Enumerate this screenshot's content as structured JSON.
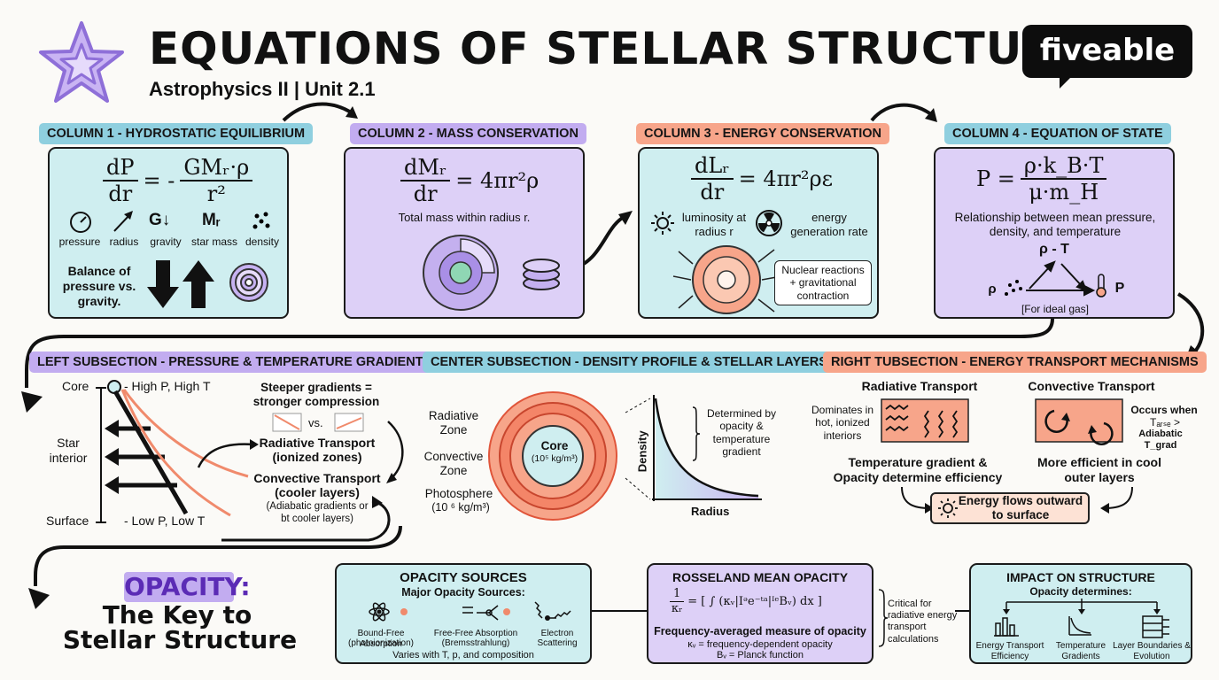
{
  "header": {
    "title": "EQUATIONS OF STELLAR STRUCTURE",
    "subtitle": "Astrophysics II | Unit 2.1",
    "logo": "fiveable"
  },
  "colors": {
    "blue": "#8fcfdf",
    "purple": "#c2acf0",
    "orange": "#f7a58a",
    "panel_blue": "#cfeef0",
    "panel_purple": "#ddd0f7",
    "panel_orange": "#fde2d5"
  },
  "col1": {
    "tag": "COLUMN 1 - HYDROSTATIC EQUILIBRIUM",
    "eq_num": "dP",
    "eq_den": "dr",
    "eq_mid": "= -",
    "eq_rnum": "GMᵣ·ρ",
    "eq_rden": "r²",
    "icons": [
      {
        "glyph": "",
        "label": "pressure"
      },
      {
        "glyph": "",
        "label": "radius"
      },
      {
        "glyph": "G↓",
        "label": "gravity"
      },
      {
        "glyph": "Mᵣ",
        "label": "star mass"
      },
      {
        "glyph": "",
        "label": "density"
      }
    ],
    "balance": "Balance of pressure vs. gravity."
  },
  "col2": {
    "tag": "COLUMN 2 - MASS CONSERVATION",
    "eq_num": "dMᵣ",
    "eq_den": "dr",
    "eq_rhs": "= 4πr²ρ",
    "caption": "Total mass within radius r."
  },
  "col3": {
    "tag": "COLUMN 3 - ENERGY CONSERVATION",
    "eq_num": "dLᵣ",
    "eq_den": "dr",
    "eq_rhs": "= 4πr²ρε",
    "lum": "luminosity at radius r",
    "gen": "energy generation rate",
    "nuclear": "Nuclear reactions + gravitational contraction"
  },
  "col4": {
    "tag": "COLUMN 4 - EQUATION OF STATE",
    "eq_lhs": "P =",
    "eq_num": "ρ·k_B·T",
    "eq_den": "μ·m_H",
    "caption": "Relationship between mean pressure, density, and temperature",
    "top": "ρ - T",
    "left": "ρ",
    "right": "P",
    "ideal": "[For ideal gas]"
  },
  "left": {
    "tag": "LEFT SUBSECTION - PRESSURE & TEMPERATURE GRADIENTS",
    "core": "Core",
    "high": "- High P, High T",
    "star": "Star interior",
    "surface": "Surface",
    "low": "- Low P, Low T",
    "steeper": "Steeper gradients = stronger compression",
    "vs": "vs.",
    "radiative": "Radiative Transport",
    "ionized": "(ionized zones)",
    "convective": "Convective Transport",
    "cooler": "(cooler layers)",
    "adiabatic": "(Adiabatic gradients or bt cooler layers)"
  },
  "center": {
    "tag": "CENTER SUBSECTION - DENSITY PROFILE & STELLAR LAYERS",
    "radiative_zone": "Radiative Zone",
    "convective_zone": "Convective Zone",
    "photosphere": "Photosphere",
    "photo_density": "(10 ⁶ kg/m³)",
    "core": "Core",
    "core_density": "(10⁵ kg/m³)",
    "determined": "Determined by opacity & temperature gradient",
    "density_axis": "Density",
    "radius_axis": "Radius"
  },
  "right": {
    "tag": "RIGHT TUBSECTION - ENERGY TRANSPORT MECHANISMS",
    "radiative": "Radiative Transport",
    "convective": "Convective Transport",
    "dominates": "Dominates in hot, ionized interiors",
    "occurs": "Occurs when",
    "tarse": "Tₐᵣₛₑ >",
    "adiabatic": "Adiabatic T_grad",
    "temp_grad": "Temperature gradient & Opacity determine efficiency",
    "efficient": "More efficient in cool outer layers",
    "flows": "Energy flows outward to surface"
  },
  "opacity_title": {
    "line1": "OPACITY:",
    "line2": "The Key to",
    "line3": "Stellar Structure"
  },
  "sources": {
    "title": "OPACITY SOURCES",
    "subtitle": "Major Opacity Sources:",
    "items": [
      {
        "name": "Bound-Free Absorption",
        "detail": "(photoionization)"
      },
      {
        "name": "Free-Free Absorption",
        "detail": "(Bremsstrahlung)"
      },
      {
        "name": "Electron",
        "detail": "Scattering"
      }
    ],
    "footer": "Varies with T, p, and composition"
  },
  "rosseland": {
    "title": "ROSSELAND MEAN OPACITY",
    "formula_lhs_num": "1",
    "formula_lhs_den": "κᵣ",
    "formula_rhs": "= [ ∫ (κᵥ|Iᵊe⁻ᵗᵃ|ᴵᵉBᵥ) dx ]",
    "desc": "Frequency-averaged measure of opacity",
    "k_def": "κᵥ = frequency-dependent opacity",
    "b_def": "Bᵥ = Planck function",
    "critical": "Critical for radiative energy transport calculations"
  },
  "impact": {
    "title": "IMPACT ON STRUCTURE",
    "subtitle": "Opacity determines:",
    "items": [
      "Energy Transport Efficiency",
      "Temperature Gradients",
      "Layer Boundaries & Evolution"
    ]
  }
}
